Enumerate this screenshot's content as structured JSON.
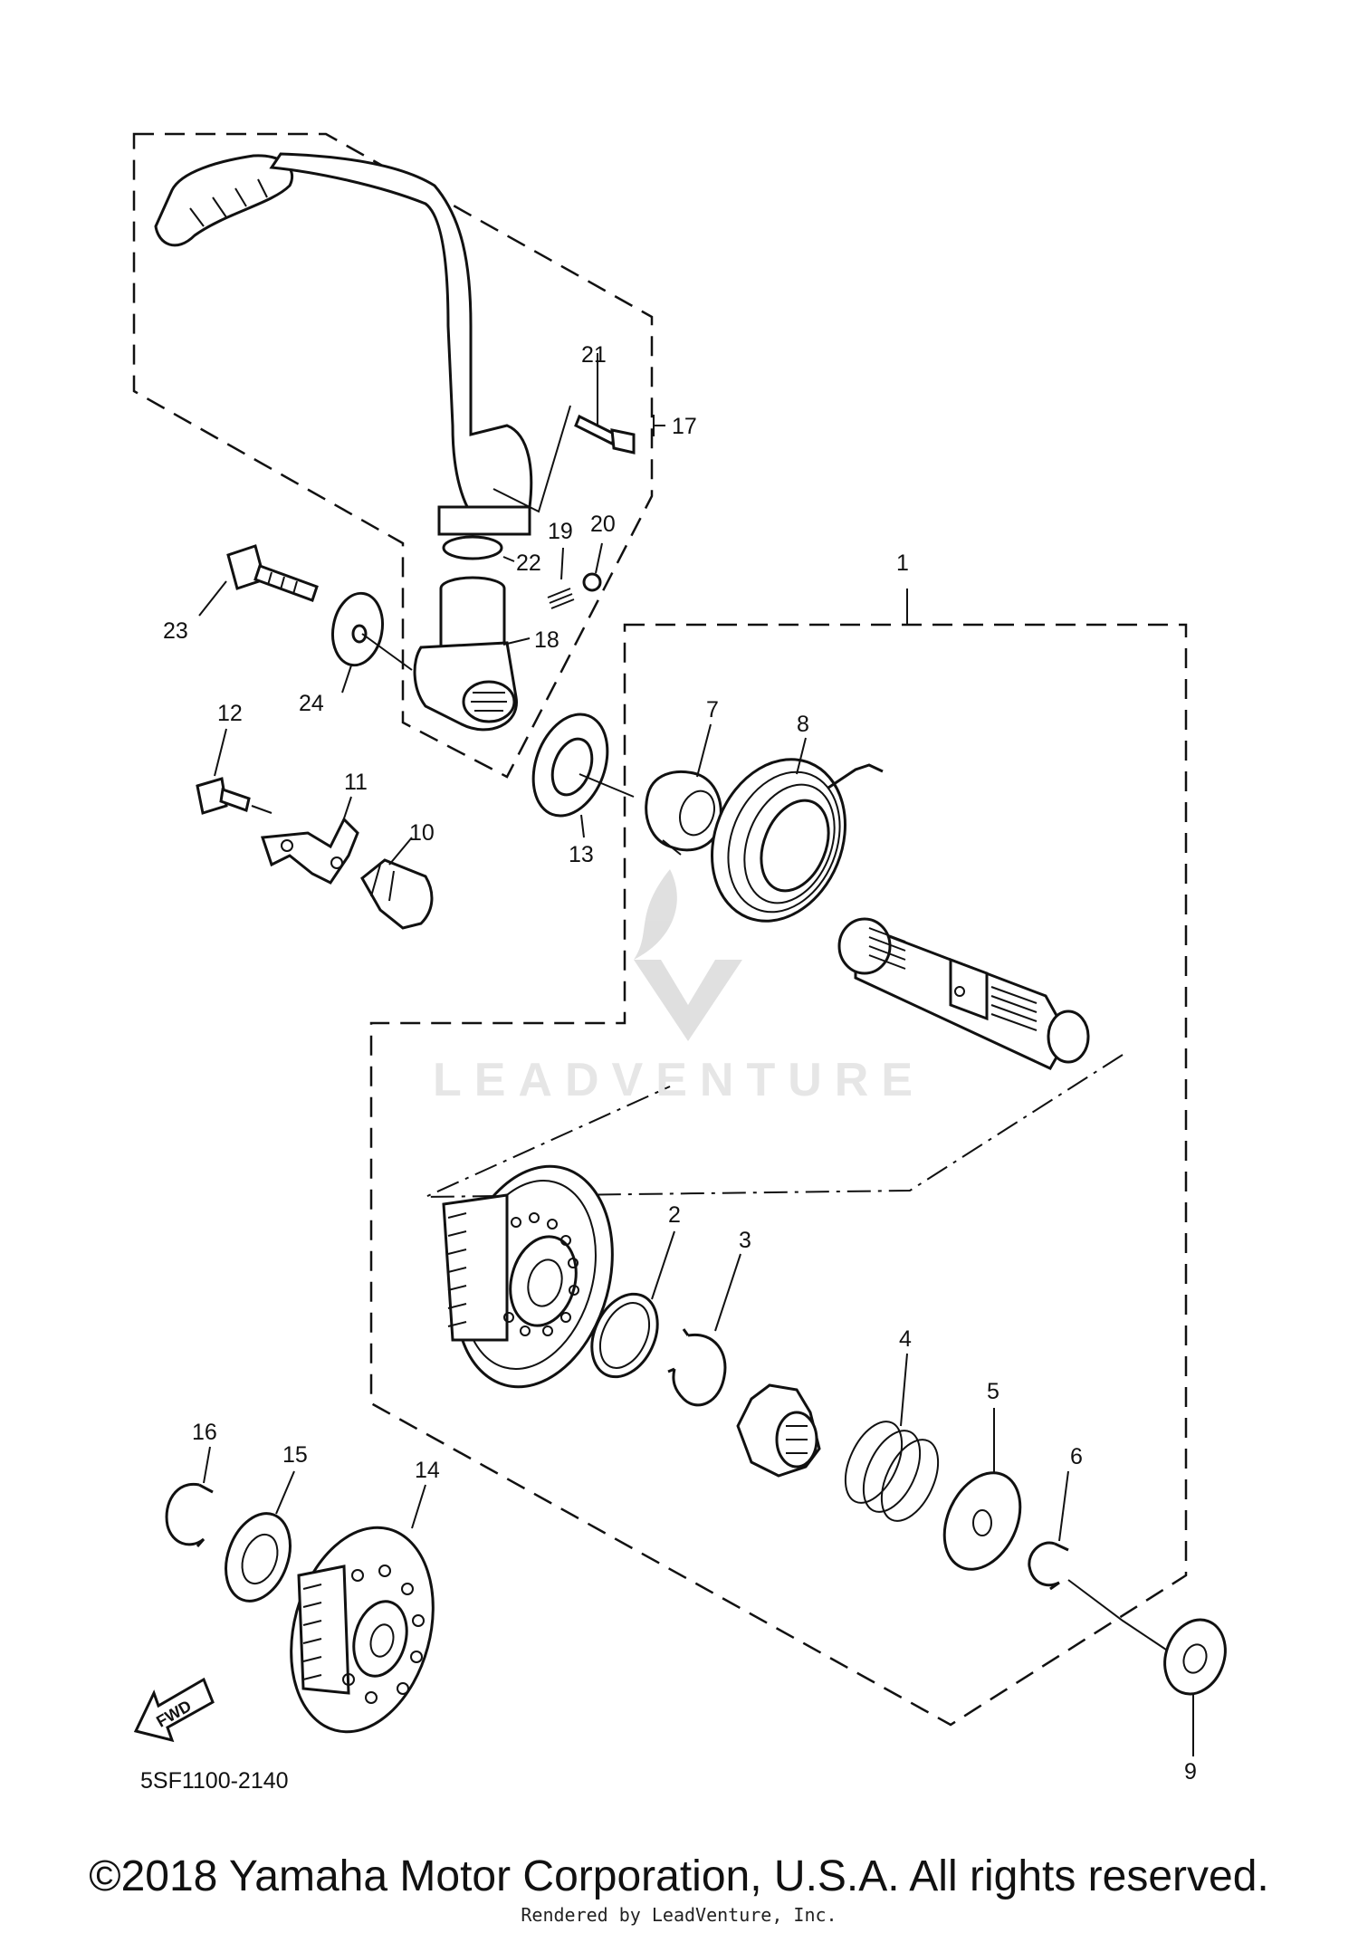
{
  "diagram_code": "5SF1100-2140",
  "fwd_label": "FWD",
  "watermark": "LEADVENTURE",
  "copyright": "©2018 Yamaha Motor Corporation, U.S.A. All rights reserved.",
  "rendered_by": "Rendered by LeadVenture, Inc.",
  "callouts": {
    "c1": "1",
    "c2": "2",
    "c3": "3",
    "c4": "4",
    "c5": "5",
    "c6": "6",
    "c7": "7",
    "c8": "8",
    "c9": "9",
    "c10": "10",
    "c11": "11",
    "c12": "12",
    "c13": "13",
    "c14": "14",
    "c15": "15",
    "c16": "16",
    "c17": "17",
    "c18": "18",
    "c19": "19",
    "c20": "20",
    "c21": "21",
    "c22": "22",
    "c23": "23",
    "c24": "24"
  }
}
